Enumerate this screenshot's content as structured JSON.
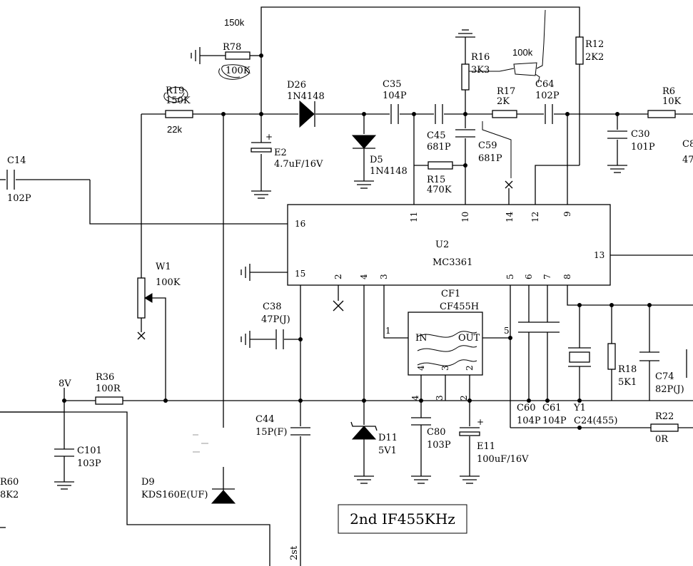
{
  "title_box": "2nd IF455KHz",
  "labels": {
    "r78_val_top": "150k",
    "r78": "R78",
    "r78_val_scribble": "100K",
    "rpot_ref": "R19",
    "rpot_val_scribble": "150K",
    "rpot_val": "22k",
    "d26": "D26",
    "d26_val": "1N4148",
    "e2": "E2",
    "e2_val": "4.7uF/16V",
    "d5": "D5",
    "d5_val": "1N4148",
    "c35": "C35",
    "c35_val": "104P",
    "c45": "C45",
    "c45_val": "681P",
    "r15": "R15",
    "r15_val": "470K",
    "r16": "R16",
    "r16_val": "3K3",
    "val_100k": "100k",
    "r17": "R17",
    "r17_val": "2K",
    "c59": "C59",
    "c59_val": "681P",
    "c64": "C64",
    "c64_val": "102P",
    "r12": "R12",
    "r12_val": "2K2",
    "r6": "R6",
    "r6_val": "10K",
    "c30": "C30",
    "c30_val": "101P",
    "c8_cut": "C8",
    "c8_val_cut": "47",
    "c14": "C14",
    "c14_val": "102P",
    "u2": "U2",
    "u2_part": "MC3361",
    "w1": "W1",
    "w1_val": "100K",
    "c38": "C38",
    "c38_val": "47P(J)",
    "cf1": "CF1",
    "cf1_part": "CF455H",
    "cf_in": "IN",
    "cf_out": "OUT",
    "v8": "8V",
    "r36": "R36",
    "r36_val": "100R",
    "c101": "C101",
    "c101_val": "103P",
    "r60_cut": "R60",
    "r60_val_cut": "8K2",
    "d9": "D9",
    "d9_val": "KDS160E(UF)",
    "c44": "C44",
    "c44_val": "15P(F)",
    "d11": "D11",
    "d11_val": "5V1",
    "c80": "C80",
    "c80_val": "103P",
    "e11": "E11",
    "e11_val": "100uF/16V",
    "c60": "C60",
    "c60_val": "104P",
    "c61": "C61",
    "c61_val": "104P",
    "y1": "Y1",
    "y1_val": "C24(455)",
    "r18": "R18",
    "r18_val": "5K1",
    "c74": "C74",
    "c74_val": "82P(J)",
    "r22": "R22",
    "r22_val": "0R",
    "net_2st": "2st"
  },
  "pins": {
    "p16": "16",
    "p15": "15",
    "p11": "11",
    "p10": "10",
    "p14": "14",
    "p12": "12",
    "p9": "9",
    "p13": "13",
    "p2": "2",
    "p4": "4",
    "p3": "3",
    "p5": "5",
    "p6": "6",
    "p7": "7",
    "p8": "8",
    "cf1": "1",
    "cf5": "5",
    "cf4": "4",
    "cf3": "3",
    "cf2": "2",
    "cfb4": "4",
    "cfb3": "3",
    "cfb2": "2",
    "plus_e2": "+",
    "plus_e11": "+"
  }
}
